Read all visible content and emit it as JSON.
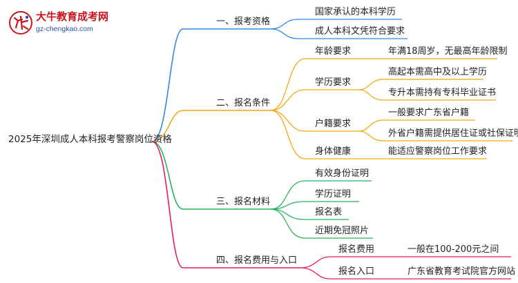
{
  "logo": {
    "title": "大牛教育成考网",
    "url": "gz-chengkao.com"
  },
  "colors": {
    "branch1": "#2f86e6",
    "branch2": "#f2a90f",
    "branch3": "#27b35a",
    "branch4": "#e6195f",
    "logo_red": "#c8141e",
    "logo_blue": "#2b4fa8"
  },
  "root": {
    "label": "2025年深圳成人本科报考警察岗位资格"
  },
  "branches": [
    {
      "label": "一、报考资格",
      "children": [
        {
          "label": "国家承认的本科学历",
          "children": []
        },
        {
          "label": "成人本科文凭符合要求",
          "children": []
        }
      ]
    },
    {
      "label": "二、报名条件",
      "children": [
        {
          "label": "年龄要求",
          "children": [
            {
              "label": "年满18周岁，无最高年龄限制"
            }
          ]
        },
        {
          "label": "学历要求",
          "children": [
            {
              "label": "高起本需高中及以上学历"
            },
            {
              "label": "专升本需持有专科毕业证书"
            }
          ]
        },
        {
          "label": "户籍要求",
          "children": [
            {
              "label": "一般要求广东省户籍"
            },
            {
              "label": "外省户籍需提供居住证或社保证明"
            }
          ]
        },
        {
          "label": "身体健康",
          "children": [
            {
              "label": "能适应警察岗位工作要求"
            }
          ]
        }
      ]
    },
    {
      "label": "三、报名材料",
      "children": [
        {
          "label": "有效身份证明",
          "children": []
        },
        {
          "label": "学历证明",
          "children": []
        },
        {
          "label": "报名表",
          "children": []
        },
        {
          "label": "近期免冠照片",
          "children": []
        }
      ]
    },
    {
      "label": "四、报名费用与入口",
      "children": [
        {
          "label": "报名费用",
          "children": [
            {
              "label": "一般在100-200元之间"
            }
          ]
        },
        {
          "label": "报名入口",
          "children": [
            {
              "label": "广东省教育考试院官方网站"
            }
          ]
        }
      ]
    }
  ]
}
